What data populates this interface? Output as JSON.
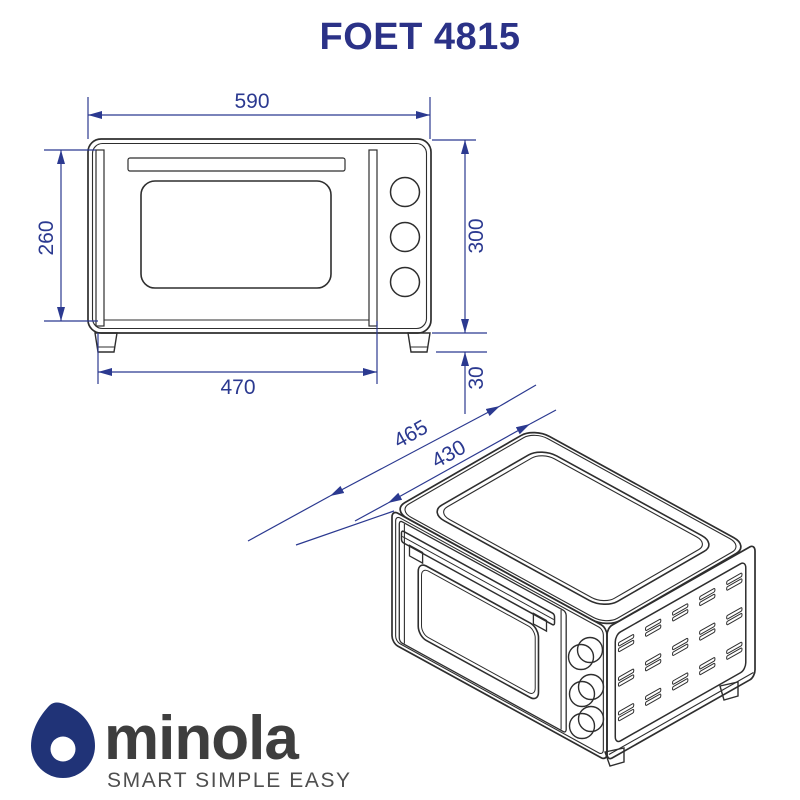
{
  "title": "FOET 4815",
  "front_view": {
    "label": "front orthographic view of mini oven",
    "dims": {
      "overall_width_mm": "590",
      "door_height_mm": "260",
      "door_width_mm": "470",
      "body_height_mm": "300",
      "feet_height_mm": "30"
    }
  },
  "iso_view": {
    "label": "isometric view of mini oven",
    "dims": {
      "overall_depth_mm": "465",
      "top_recess_depth_mm": "430"
    }
  },
  "brand": {
    "name": "minola",
    "tagline": "SMART SIMPLE EASY"
  },
  "colors": {
    "dimension_blue": "#2b3990",
    "title_navy": "#2b3287",
    "drawing_line": "#2e2e2e",
    "logo_navy": "#203377",
    "wordmark_gray": "#3e3e3e",
    "tagline_gray": "#4f4f4f"
  }
}
